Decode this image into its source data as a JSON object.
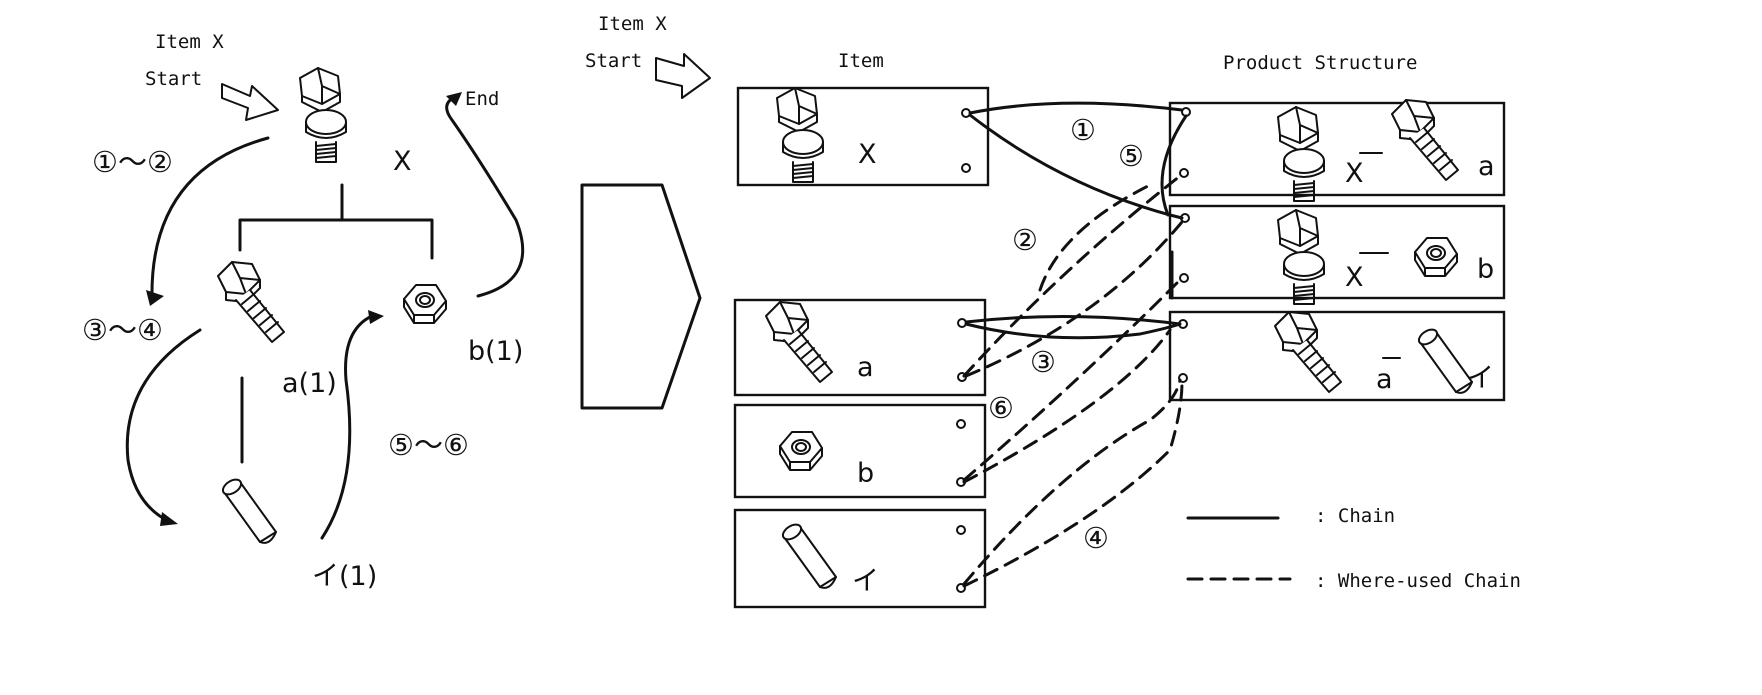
{
  "left_diagram": {
    "item_label": "Item X",
    "start_label": "Start",
    "end_label": "End",
    "root_label": "X",
    "child_a_label": "a(1)",
    "child_b_label": "b(1)",
    "grandchild_label": "イ(1)",
    "step_1_2": "①～②",
    "step_3_4": "③～④",
    "step_5_6": "⑤～⑥"
  },
  "right_diagram": {
    "item_label": "Item X",
    "start_label": "Start",
    "item_column_title": "Item",
    "structure_column_title": "Product Structure",
    "items": [
      {
        "label": "X",
        "icon": "bolt-with-nut-icon"
      },
      {
        "label": "a",
        "icon": "bolt-icon"
      },
      {
        "label": "b",
        "icon": "nut-icon"
      },
      {
        "label": "イ",
        "icon": "pin-icon"
      }
    ],
    "structures": [
      {
        "parent": "X",
        "child": "a"
      },
      {
        "parent": "X",
        "child": "b"
      },
      {
        "parent": "a",
        "child": "イ"
      }
    ],
    "step_labels": [
      "①",
      "②",
      "③",
      "④",
      "⑤",
      "⑥"
    ]
  },
  "legend": {
    "chain_label": ": Chain",
    "where_used_label": ": Where-used Chain"
  }
}
